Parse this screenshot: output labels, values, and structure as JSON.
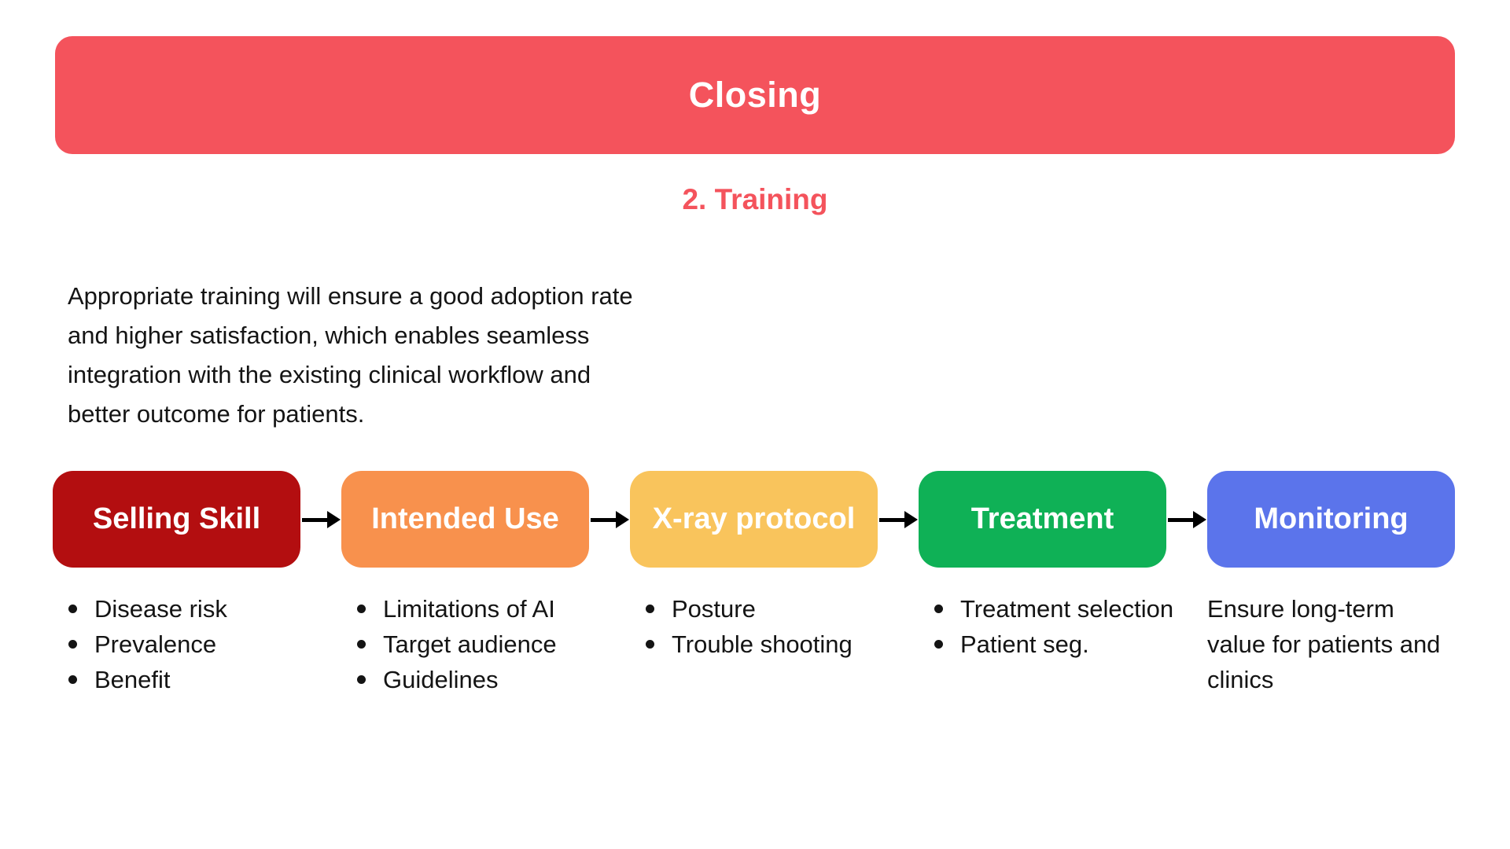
{
  "banner": {
    "title": "Closing",
    "bg_color": "#F4535C",
    "text_color": "#FFFFFF"
  },
  "subtitle": {
    "text": "2. Training",
    "color": "#F4535C"
  },
  "paragraph": {
    "lines": [
      "Appropriate training will ensure a good adoption rate",
      "and higher satisfaction, which enables seamless",
      "integration with the existing clinical workflow and",
      "better outcome for patients."
    ]
  },
  "flow": {
    "arrow_color": "#000000",
    "steps": [
      {
        "label": "Selling Skill",
        "color": "#B30E10",
        "bullets": [
          "Disease risk",
          "Prevalence",
          "Benefit"
        ]
      },
      {
        "label": "Intended Use",
        "color": "#F8914D",
        "bullets": [
          "Limitations of AI",
          "Target audience",
          "Guidelines"
        ]
      },
      {
        "label": "X-ray protocol",
        "color": "#F9C45C",
        "bullets": [
          "Posture",
          "Trouble shooting"
        ]
      },
      {
        "label": "Treatment",
        "color": "#0FB156",
        "bullets": [
          "Treatment selection",
          "Patient seg."
        ]
      },
      {
        "label": "Monitoring",
        "color": "#5B74EB",
        "bullets": [],
        "note_lines": [
          "Ensure long-term",
          "value for patients and",
          "clinics"
        ]
      }
    ]
  }
}
